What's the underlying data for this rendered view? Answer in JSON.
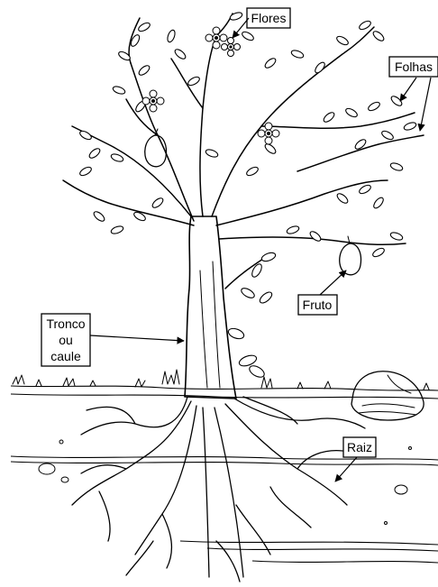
{
  "diagram": {
    "labels": {
      "flowers": "Flores",
      "leaves": "Folhas",
      "fruit": "Fruto",
      "trunk_line1": "Tronco",
      "trunk_line2": "ou",
      "trunk_line3": "caule",
      "root": "Raiz"
    }
  }
}
